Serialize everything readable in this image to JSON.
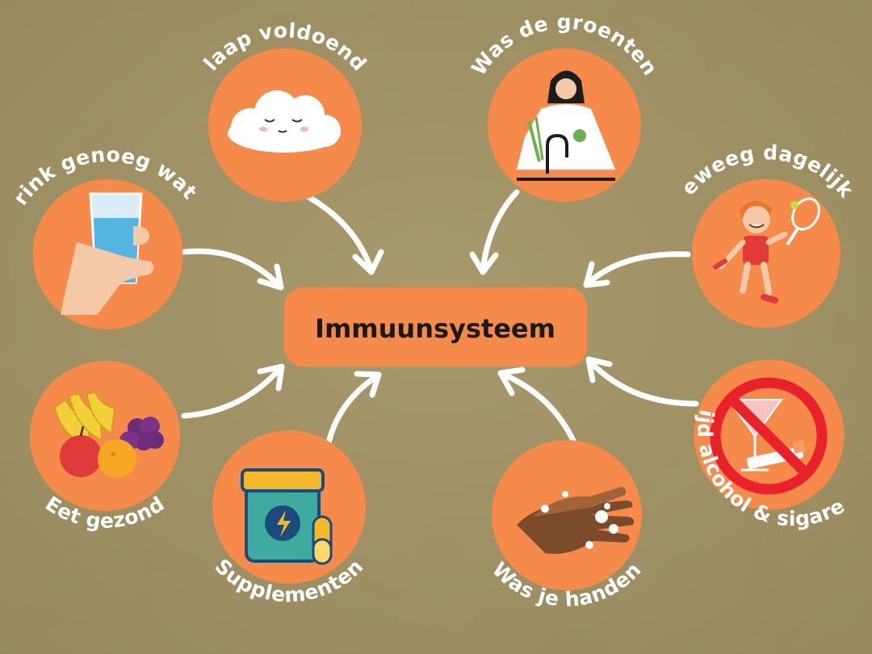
{
  "center": {
    "label": "Immuunsysteem"
  },
  "nodes": [
    {
      "id": "slaap",
      "label": "Slaap voldoende",
      "icon": "cloud-icon"
    },
    {
      "id": "groenten",
      "label": "Was de groenten",
      "icon": "person-washing-vegetables-icon"
    },
    {
      "id": "water",
      "label": "Drink genoeg water",
      "icon": "water-glass-icon"
    },
    {
      "id": "beweeg",
      "label": "Beweeg dagelijks",
      "icon": "child-tennis-icon"
    },
    {
      "id": "eten",
      "label": "Eet gezond",
      "icon": "fruit-icon"
    },
    {
      "id": "vermijd",
      "label": "Vermijd alcohol & sigaretten",
      "icon": "no-alcohol-smoking-icon"
    },
    {
      "id": "supplementen",
      "label": "Supplementen",
      "icon": "supplement-jar-icon"
    },
    {
      "id": "handen",
      "label": "Was je handen",
      "icon": "hand-washing-icon"
    }
  ],
  "colors": {
    "background": "#a39466",
    "circle": "#f58a4b",
    "center_box": "#f58a4b",
    "arrow": "#ffffff",
    "text": "#ffffff"
  }
}
